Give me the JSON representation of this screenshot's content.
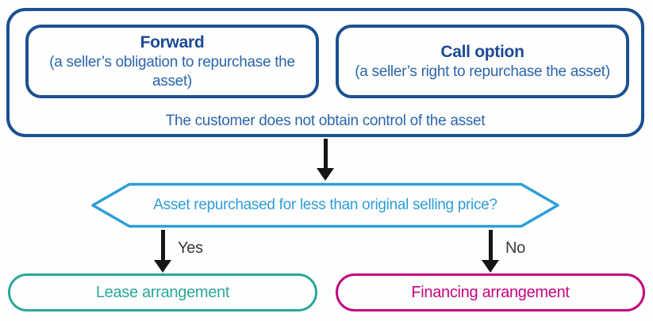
{
  "colors": {
    "dark_blue": "#1a5191",
    "heading_blue": "#1b4a94",
    "body_blue": "#2b66ae",
    "light_blue": "#2d9ed9",
    "teal": "#2aa79b",
    "magenta": "#c3057f",
    "arrow_black": "#161616",
    "label_gray": "#3a3a3a",
    "background": "#fefefe"
  },
  "control_group": {
    "forward_box": {
      "title": "Forward",
      "description": "(a seller’s obligation to repurchase the asset)"
    },
    "call_option_box": {
      "title": "Call option",
      "description": "(a seller’s right to repurchase the asset)"
    },
    "caption": "The customer does not obtain control of the asset"
  },
  "decision": {
    "question": "Asset repurchased for less than original selling price?"
  },
  "branches": {
    "yes": "Yes",
    "no": "No"
  },
  "outcomes": {
    "lease": "Lease arrangement",
    "financing": "Financing arrangement"
  }
}
